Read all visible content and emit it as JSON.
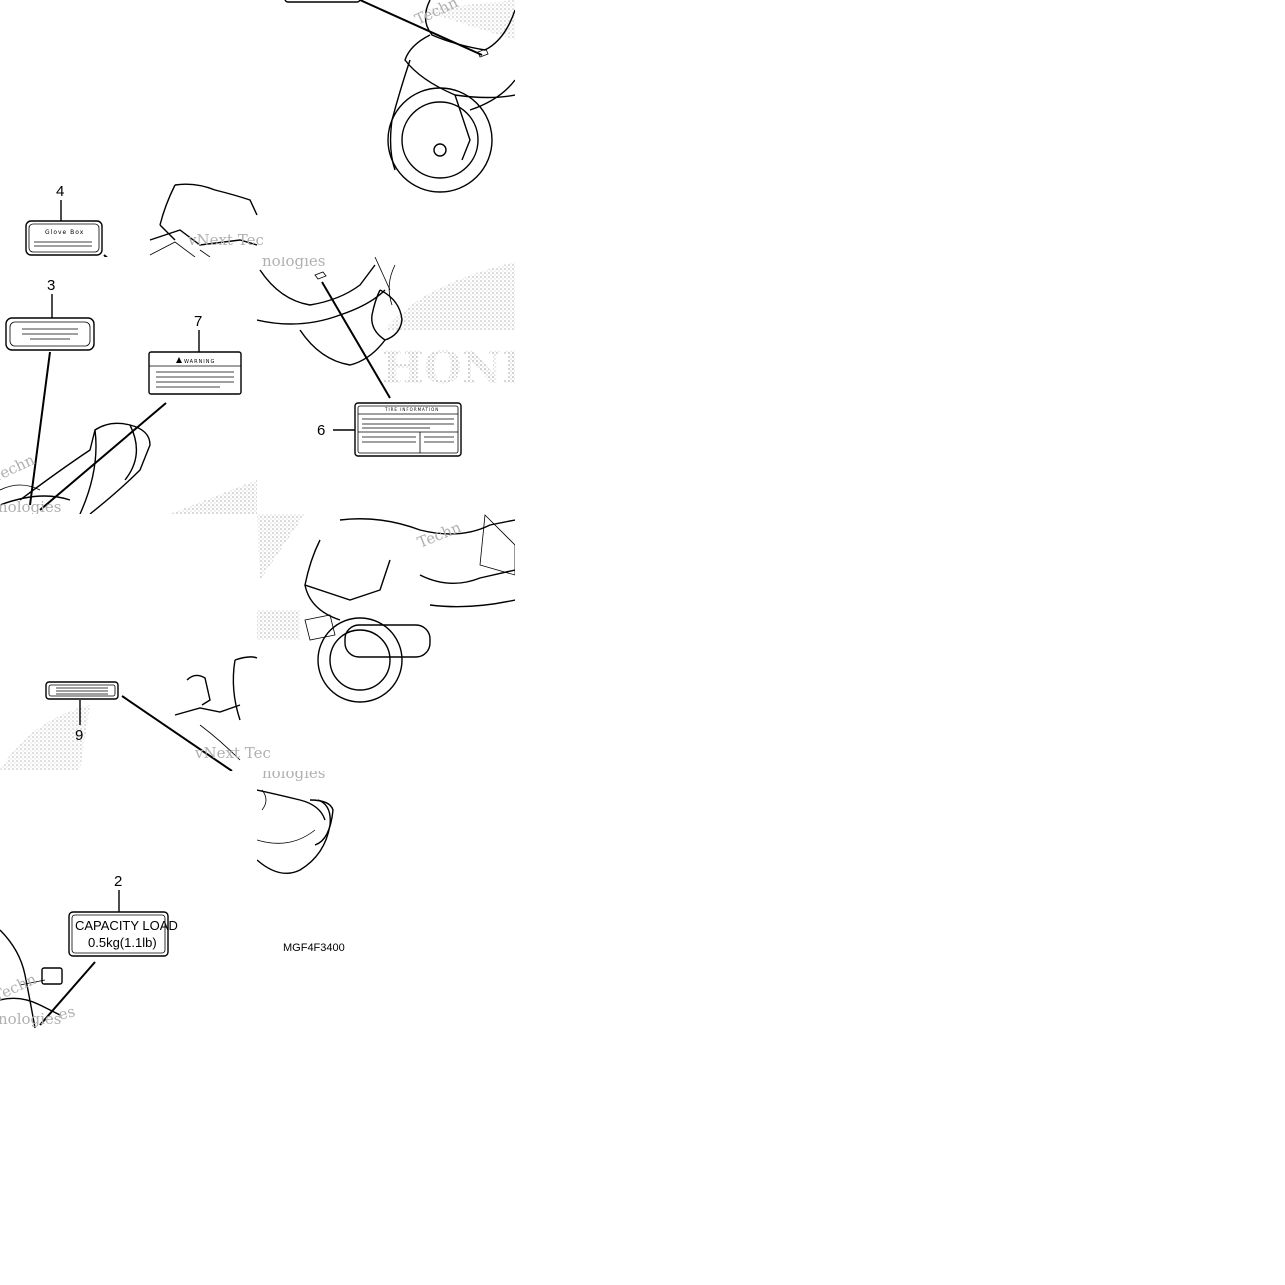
{
  "callouts": {
    "c2": "2",
    "c3": "3",
    "c4": "4",
    "c6": "6",
    "c7": "7",
    "c9": "9"
  },
  "labels": {
    "glove_box": "Glove Box",
    "warning": "WARNING",
    "tire_info": "TIRE INFORMATION",
    "capacity_line1": "CAPACITY LOAD",
    "capacity_line2": "0.5kg(1.1lb)"
  },
  "watermarks": {
    "w1": "Techn",
    "w2": "vNext Tec",
    "w3": "nologies",
    "w4": "Technologies",
    "w5": "Techn",
    "w6": "vNext Tec",
    "w7": "nologies",
    "w8": "Technologies",
    "brand": "HONDA"
  },
  "diagram_code": "MGF4F3400"
}
